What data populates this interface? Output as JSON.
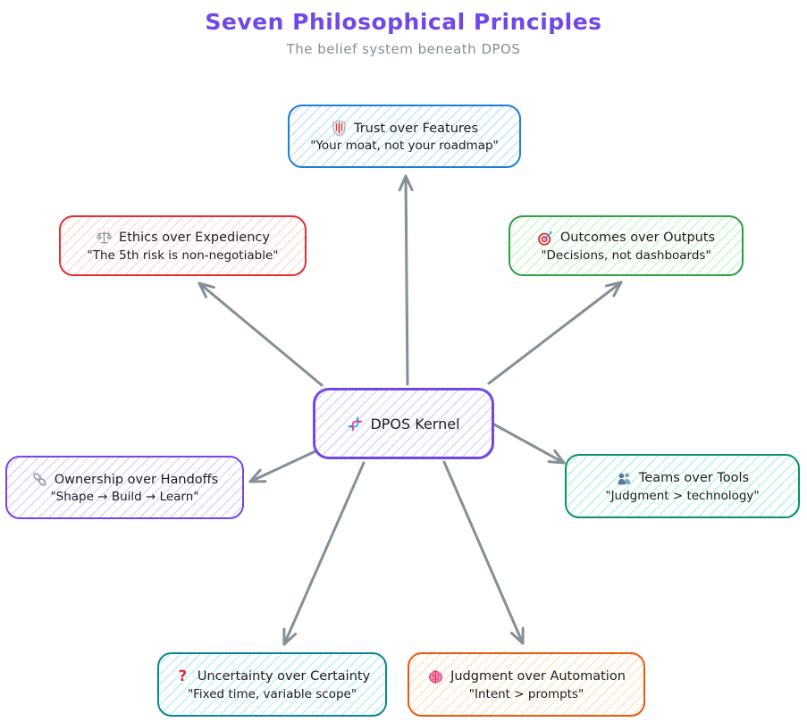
{
  "header": {
    "title": "Seven Philosophical Principles",
    "subtitle": "The belief system beneath DPOS",
    "title_color": "#7048e8",
    "subtitle_color": "#868e96"
  },
  "center": {
    "icon": "dna-icon",
    "label": "DPOS Kernel",
    "accent": "#7048e8",
    "hatch": "#d0bfff"
  },
  "nodes": [
    {
      "id": "trust",
      "icon": "shield-icon",
      "title": "Trust over Features",
      "quote": "\"Your moat, not your roadmap\"",
      "accent": "#1c7ed6",
      "hatch": "#a5d8ff"
    },
    {
      "id": "ethics",
      "icon": "scales-icon",
      "title": "Ethics over Expediency",
      "quote": "\"The 5th risk is non-negotiable\"",
      "accent": "#e03131",
      "hatch": "#ffc9c9"
    },
    {
      "id": "outcomes",
      "icon": "target-icon",
      "title": "Outcomes over Outputs",
      "quote": "\"Decisions, not dashboards\"",
      "accent": "#2f9e44",
      "hatch": "#b2f2bb"
    },
    {
      "id": "ownership",
      "icon": "link-icon",
      "title": "Ownership over Handoffs",
      "quote": "\"Shape → Build → Learn\"",
      "accent": "#7048e8",
      "hatch": "#d0bfff"
    },
    {
      "id": "teams",
      "icon": "users-icon",
      "title": "Teams over Tools",
      "quote": "\"Judgment > technology\"",
      "accent": "#099268",
      "hatch": "#96f2d7"
    },
    {
      "id": "uncertainty",
      "icon": "question-icon",
      "title": "Uncertainty over Certainty",
      "quote": "\"Fixed time, variable scope\"",
      "accent": "#0c8599",
      "hatch": "#99e9f2"
    },
    {
      "id": "judgment",
      "icon": "brain-icon",
      "title": "Judgment over Automation",
      "quote": "\"Intent > prompts\"",
      "accent": "#e8590c",
      "hatch": "#ffd8a8"
    }
  ],
  "colors": {
    "arrow": "#868e96",
    "text": "#1e1e1e",
    "background": "#ffffff"
  }
}
